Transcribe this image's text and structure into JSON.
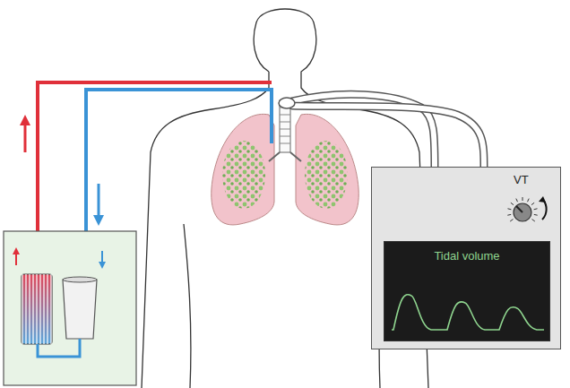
{
  "diagram": {
    "nodes": [
      {
        "text": [
          "VT"
        ]
      },
      {
        "text": [
          "Tidal volume"
        ],
        "in": 0
      }
    ]
  }
}
